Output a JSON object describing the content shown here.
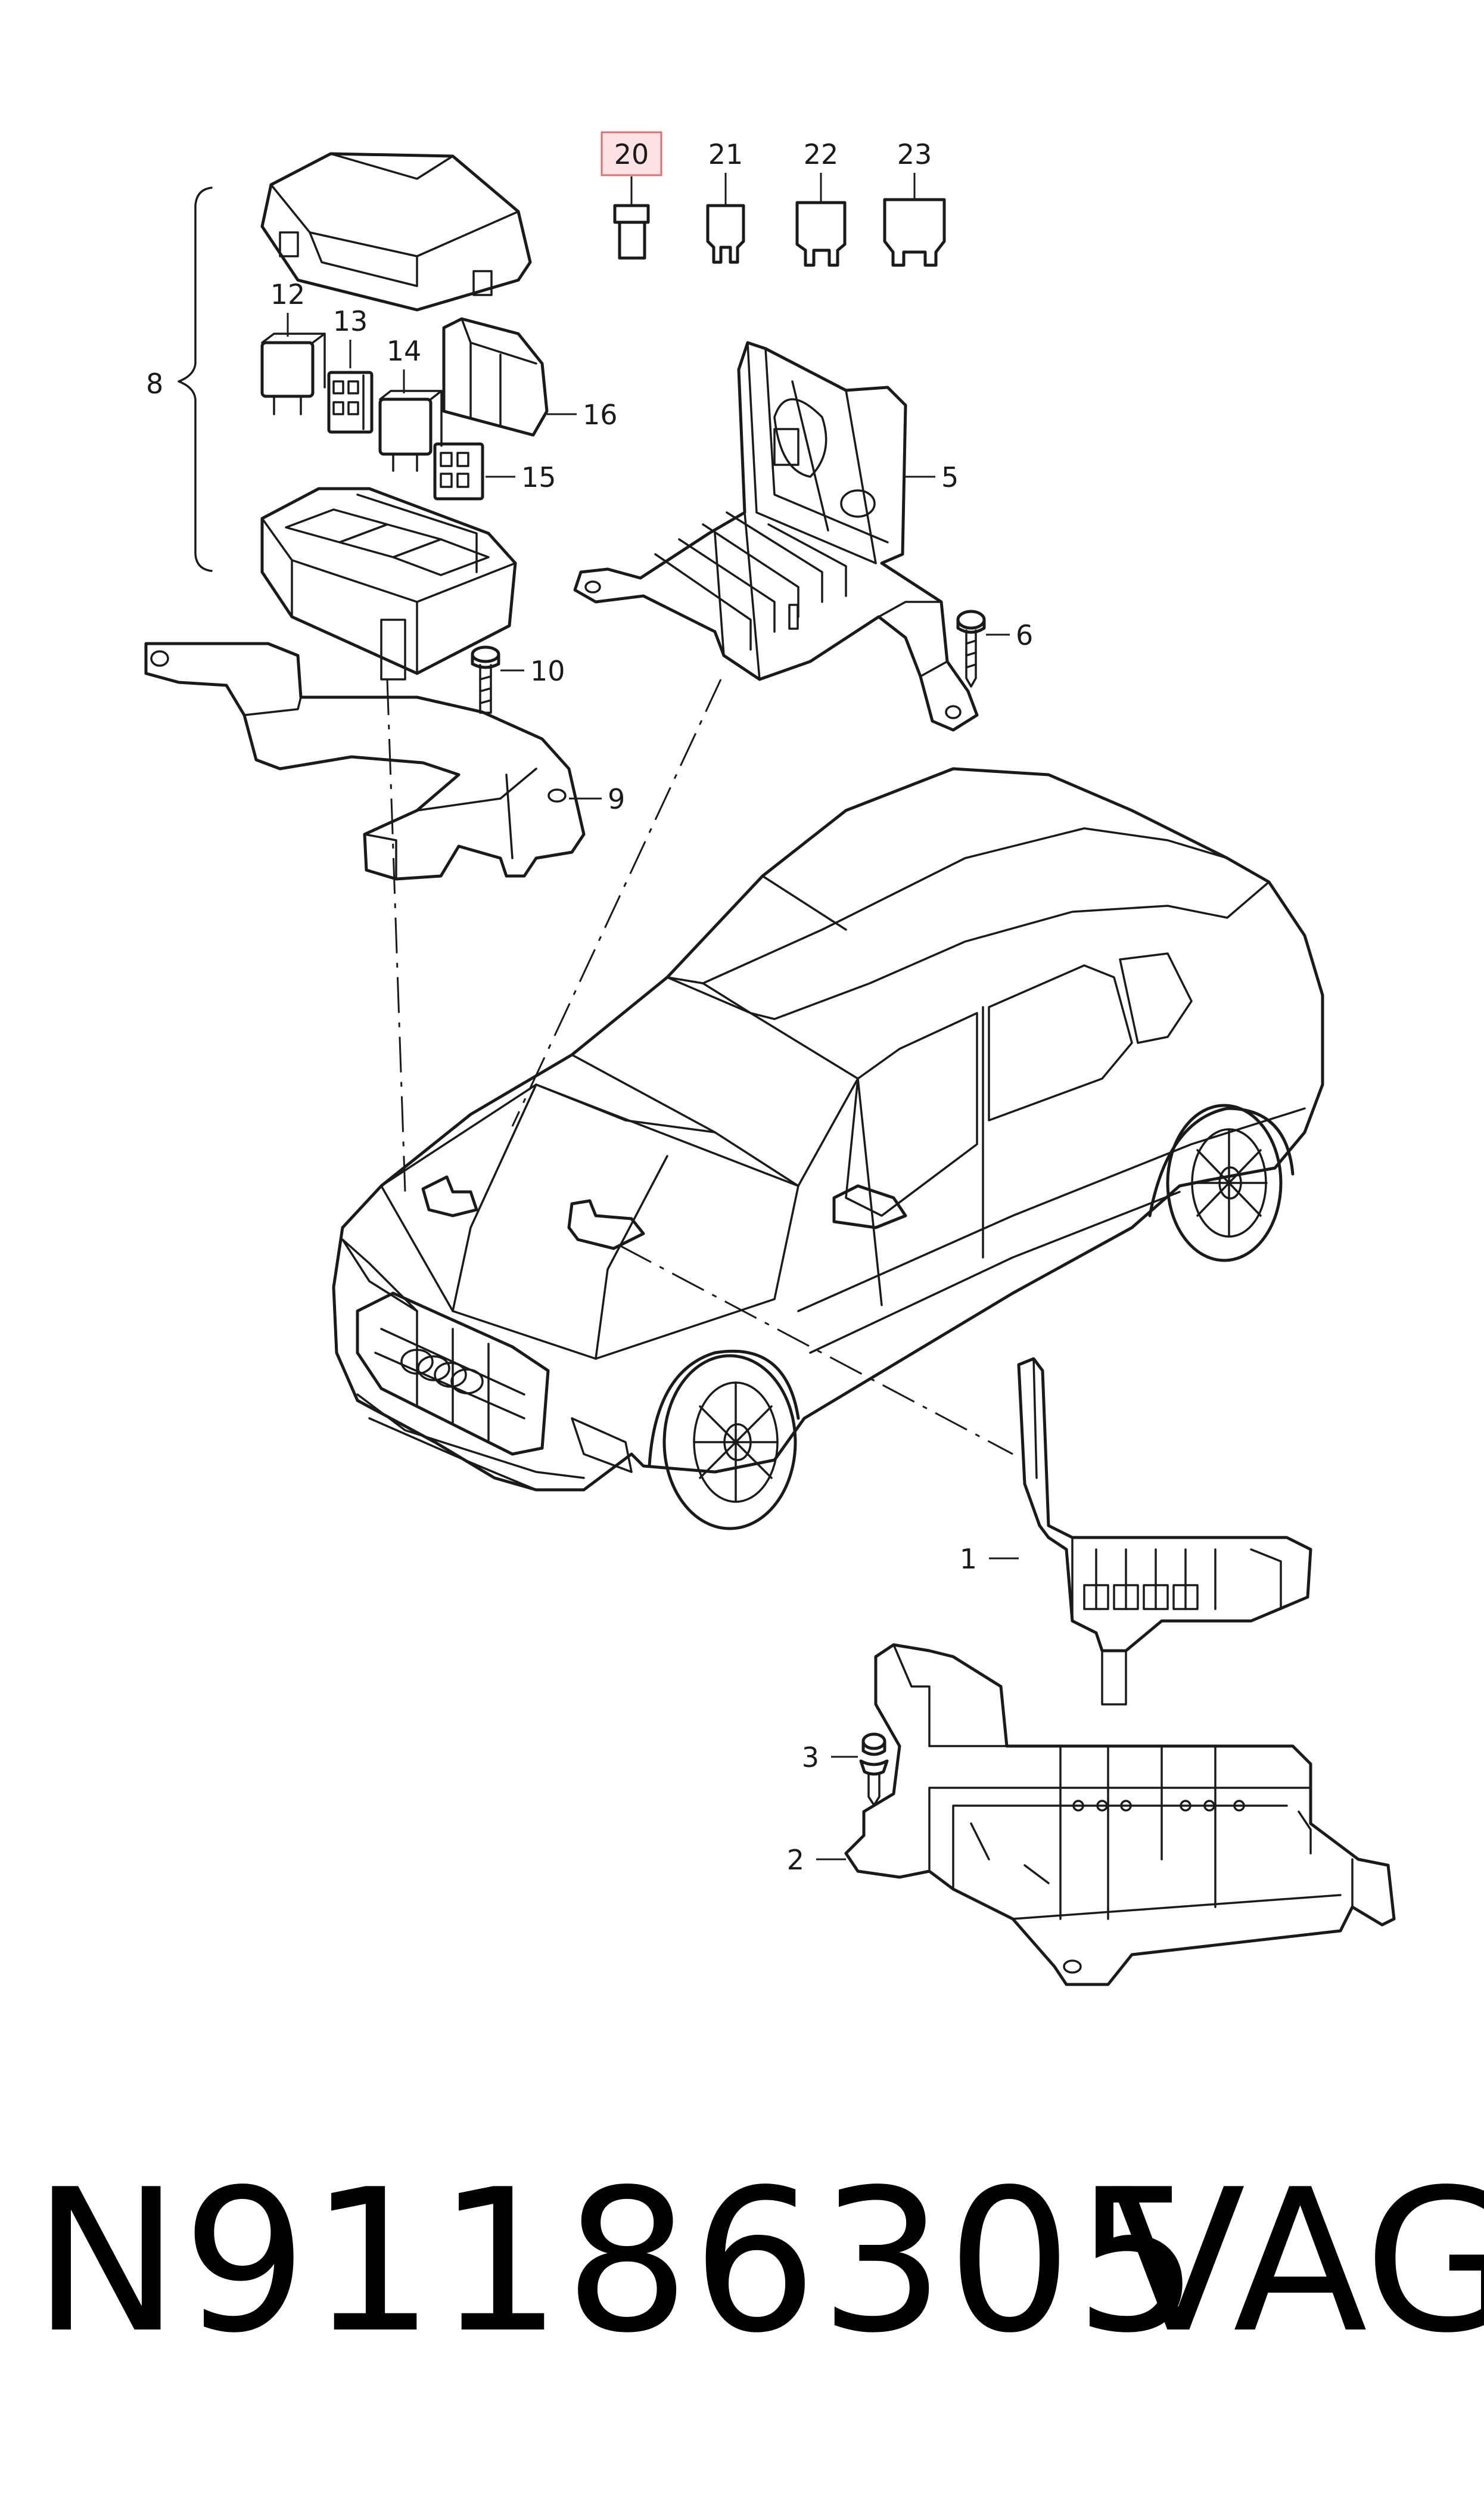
{
  "callouts": {
    "c1": "1",
    "c2": "2",
    "c3": "3",
    "c5": "5",
    "c6": "6",
    "c8": "8",
    "c9": "9",
    "c10": "10",
    "c12": "12",
    "c13": "13",
    "c14": "14",
    "c15": "15",
    "c16": "16",
    "c20": "20",
    "c21": "21",
    "c22": "22",
    "c23": "23"
  },
  "highlighted_callout": "20",
  "colors": {
    "highlight_fill": "#fde3e3",
    "highlight_border": "#e07070",
    "line": "#1a1a1a"
  },
  "footer": {
    "part_number": "N91186305",
    "brand": "VAG"
  }
}
